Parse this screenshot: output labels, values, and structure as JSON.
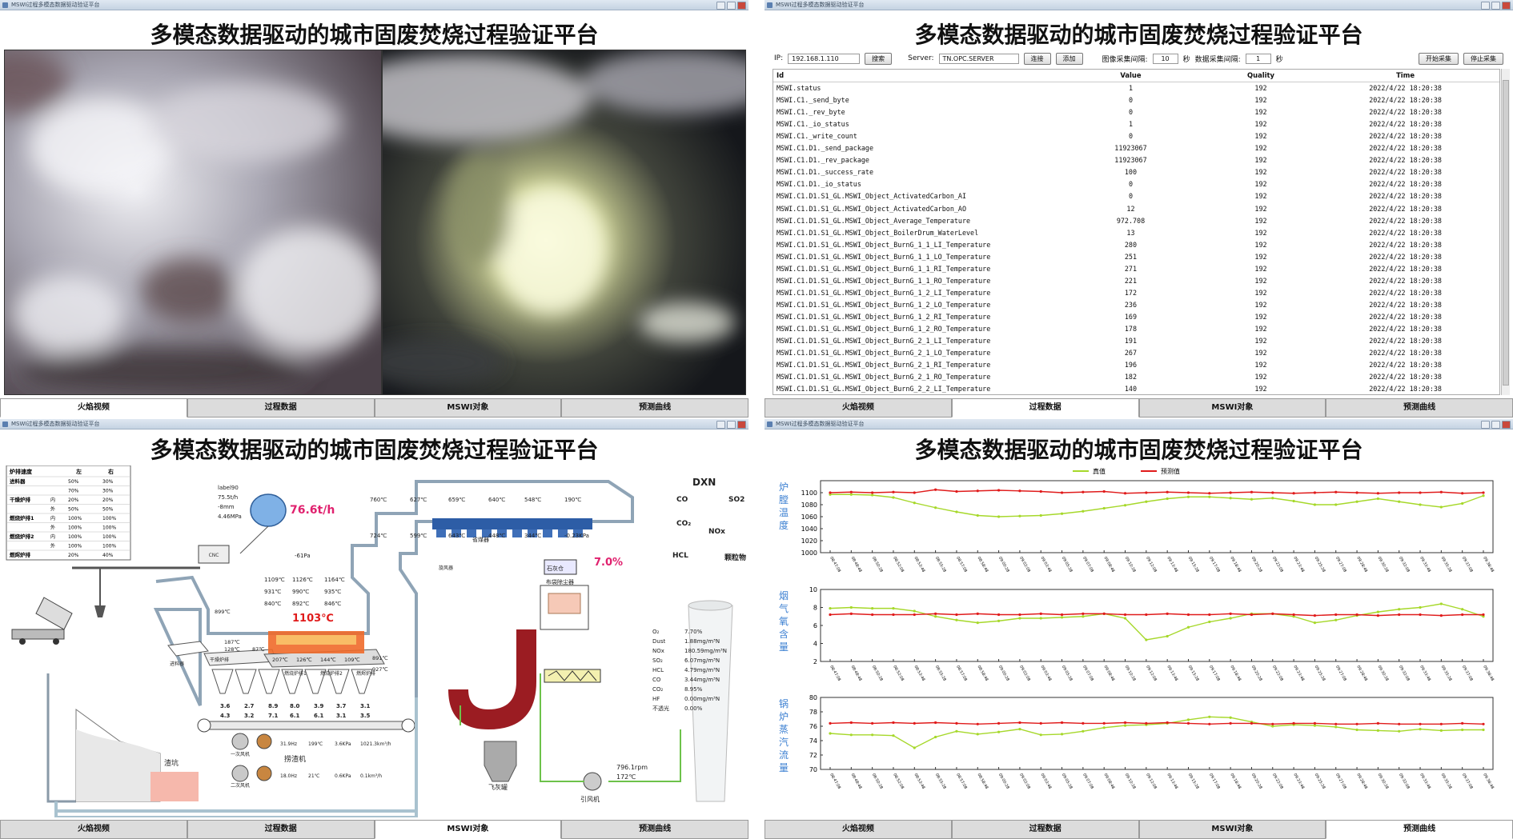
{
  "window": {
    "caption": "MSWI过程多模态数据驱动验证平台"
  },
  "title": "多模态数据驱动的城市固废焚烧过程验证平台",
  "tabs": [
    "火焰视频",
    "过程数据",
    "MSWI对象",
    "预测曲线"
  ],
  "opc": {
    "ip_label": "IP:",
    "ip": "192.168.1.110",
    "search": "搜索",
    "server_label": "Server:",
    "server": "TN.OPC.SERVER",
    "connect": "连接",
    "add": "添加",
    "img_interval_label": "图像采集间隔:",
    "img_interval": "10",
    "sec1": "秒",
    "data_interval_label": "数据采集间隔:",
    "data_interval": "1",
    "sec2": "秒",
    "start": "开始采集",
    "stop": "停止采集",
    "columns": [
      "Id",
      "Value",
      "Quality",
      "Time"
    ],
    "rows": [
      [
        "MSWI.status",
        "1",
        "192",
        "2022/4/22 18:20:38"
      ],
      [
        "MSWI.C1._send_byte",
        "0",
        "192",
        "2022/4/22 18:20:38"
      ],
      [
        "MSWI.C1._rev_byte",
        "0",
        "192",
        "2022/4/22 18:20:38"
      ],
      [
        "MSWI.C1._io_status",
        "1",
        "192",
        "2022/4/22 18:20:38"
      ],
      [
        "MSWI.C1._write_count",
        "0",
        "192",
        "2022/4/22 18:20:38"
      ],
      [
        "MSWI.C1.D1._send_package",
        "11923067",
        "192",
        "2022/4/22 18:20:38"
      ],
      [
        "MSWI.C1.D1._rev_package",
        "11923067",
        "192",
        "2022/4/22 18:20:38"
      ],
      [
        "MSWI.C1.D1._success_rate",
        "100",
        "192",
        "2022/4/22 18:20:38"
      ],
      [
        "MSWI.C1.D1._io_status",
        "0",
        "192",
        "2022/4/22 18:20:38"
      ],
      [
        "MSWI.C1.D1.S1_GL.MSWI_Object_ActivatedCarbon_AI",
        "0",
        "192",
        "2022/4/22 18:20:38"
      ],
      [
        "MSWI.C1.D1.S1_GL.MSWI_Object_ActivatedCarbon_AO",
        "12",
        "192",
        "2022/4/22 18:20:38"
      ],
      [
        "MSWI.C1.D1.S1_GL.MSWI_Object_Average_Temperature",
        "972.708",
        "192",
        "2022/4/22 18:20:38"
      ],
      [
        "MSWI.C1.D1.S1_GL.MSWI_Object_BoilerDrum_WaterLevel",
        "13",
        "192",
        "2022/4/22 18:20:38"
      ],
      [
        "MSWI.C1.D1.S1_GL.MSWI_Object_BurnG_1_1_LI_Temperature",
        "280",
        "192",
        "2022/4/22 18:20:38"
      ],
      [
        "MSWI.C1.D1.S1_GL.MSWI_Object_BurnG_1_1_LO_Temperature",
        "251",
        "192",
        "2022/4/22 18:20:38"
      ],
      [
        "MSWI.C1.D1.S1_GL.MSWI_Object_BurnG_1_1_RI_Temperature",
        "271",
        "192",
        "2022/4/22 18:20:38"
      ],
      [
        "MSWI.C1.D1.S1_GL.MSWI_Object_BurnG_1_1_RO_Temperature",
        "221",
        "192",
        "2022/4/22 18:20:38"
      ],
      [
        "MSWI.C1.D1.S1_GL.MSWI_Object_BurnG_1_2_LI_Temperature",
        "172",
        "192",
        "2022/4/22 18:20:38"
      ],
      [
        "MSWI.C1.D1.S1_GL.MSWI_Object_BurnG_1_2_LO_Temperature",
        "236",
        "192",
        "2022/4/22 18:20:38"
      ],
      [
        "MSWI.C1.D1.S1_GL.MSWI_Object_BurnG_1_2_RI_Temperature",
        "169",
        "192",
        "2022/4/22 18:20:38"
      ],
      [
        "MSWI.C1.D1.S1_GL.MSWI_Object_BurnG_1_2_RO_Temperature",
        "178",
        "192",
        "2022/4/22 18:20:38"
      ],
      [
        "MSWI.C1.D1.S1_GL.MSWI_Object_BurnG_2_1_LI_Temperature",
        "191",
        "192",
        "2022/4/22 18:20:38"
      ],
      [
        "MSWI.C1.D1.S1_GL.MSWI_Object_BurnG_2_1_LO_Temperature",
        "267",
        "192",
        "2022/4/22 18:20:38"
      ],
      [
        "MSWI.C1.D1.S1_GL.MSWI_Object_BurnG_2_1_RI_Temperature",
        "196",
        "192",
        "2022/4/22 18:20:38"
      ],
      [
        "MSWI.C1.D1.S1_GL.MSWI_Object_BurnG_2_1_RO_Temperature",
        "182",
        "192",
        "2022/4/22 18:20:38"
      ],
      [
        "MSWI.C1.D1.S1_GL.MSWI_Object_BurnG_2_2_LI_Temperature",
        "140",
        "192",
        "2022/4/22 18:20:38"
      ]
    ]
  },
  "mswi": {
    "speed_table": {
      "head": [
        "炉排速度",
        "左",
        "右"
      ],
      "rows": [
        [
          "进料器",
          "",
          "50%",
          "30%"
        ],
        [
          "",
          "",
          "70%",
          "30%"
        ],
        [
          "干燥炉排",
          "内",
          "20%",
          "20%"
        ],
        [
          "",
          "外",
          "50%",
          "50%"
        ],
        [
          "燃烧炉排1",
          "内",
          "100%",
          "100%"
        ],
        [
          "",
          "外",
          "100%",
          "100%"
        ],
        [
          "燃烧炉排2",
          "内",
          "100%",
          "100%"
        ],
        [
          "",
          "外",
          "100%",
          "100%"
        ],
        [
          "燃烬炉排",
          "",
          "20%",
          "40%"
        ]
      ]
    },
    "drum": {
      "label": "label90",
      "flow": "75.5t/h",
      "level": "-8mm",
      "pressure": "4.46MPa",
      "steam": "76.6t/h"
    },
    "pressure_furnace": "-61Pa",
    "flue_temps_top": [
      "760℃",
      "627℃",
      "659℃",
      "640℃",
      "548℃",
      "190℃"
    ],
    "flue_temps_bottom": [
      "724℃",
      "599℃",
      "643℃",
      "448℃",
      "344℃",
      "-0.23KPa"
    ],
    "furnace_temps": [
      "1109℃",
      "1126℃",
      "1164℃",
      "931℃",
      "990℃",
      "935℃",
      "840℃",
      "892℃",
      "846℃"
    ],
    "avg_temp": "1103℃",
    "o2_pct": "7.0%",
    "other_temps": [
      "899℃",
      "187℃",
      "128℃",
      "87℃",
      "207℃",
      "126℃",
      "144℃",
      "109℃",
      "891℃",
      "927℃"
    ],
    "labels": {
      "pit": "渣坑",
      "slag": "捞渣机",
      "dry": "干燥炉排",
      "burn1": "燃烧炉排1",
      "burn2": "燃烧炉排2",
      "burnout": "燃烬炉排",
      "feeder": "进料器",
      "ash": "飞灰罐",
      "fan": "引风机",
      "filter": "布袋除尘器",
      "lime": "石灰仓",
      "fan1": "一次风机",
      "fan2": "二次风机",
      "econ": "省煤器",
      "cyclone": "旋风器"
    },
    "hopper_values_top": [
      "3.6",
      "2.7",
      "8.9",
      "8.0",
      "3.9",
      "3.7",
      "3.1"
    ],
    "hopper_values_bot": [
      "4.3",
      "3.2",
      "7.1",
      "6.1",
      "6.1",
      "3.1",
      "3.5"
    ],
    "fan1_readout": [
      "31.9Hz",
      "199℃",
      "3.6KPa",
      "1021.3km³/h"
    ],
    "fan2_readout": [
      "18.0Hz",
      "21℃",
      "0.6KPa",
      "0.1km³/h"
    ],
    "induced_fan": [
      "796.1rpm",
      "172℃"
    ],
    "emissions": [
      [
        "O₂",
        "7.70%"
      ],
      [
        "Dust",
        "1.88mg/m³N"
      ],
      [
        "NOx",
        "180.59mg/m³N"
      ],
      [
        "SO₂",
        "6.07mg/m³N"
      ],
      [
        "HCL",
        "4.79mg/m³N"
      ],
      [
        "CO",
        "3.44mg/m³N"
      ],
      [
        "CO₂",
        "8.95%"
      ],
      [
        "HF",
        "0.00mg/m³N"
      ],
      [
        "不透光",
        "0.00%"
      ]
    ],
    "pollutants": [
      "DXN",
      "CO",
      "SO2",
      "CO₂",
      "NOx",
      "HCL",
      "颗粒物"
    ]
  },
  "prediction": {
    "legend": [
      "真值",
      "预测值"
    ],
    "colors": {
      "true": "#a6d82a",
      "pred": "#e01b1b"
    },
    "charts": [
      {
        "ylabel": "炉膛温度",
        "yticks": [
          "1100",
          "1080",
          "1060",
          "1040",
          "1020",
          "1000"
        ]
      },
      {
        "ylabel": "烟气氧含量",
        "yticks": [
          "10",
          "8",
          "6",
          "4",
          "2"
        ]
      },
      {
        "ylabel": "锅炉蒸汽流量",
        "yticks": [
          "80",
          "78",
          "76",
          "74",
          "72",
          "70"
        ]
      }
    ],
    "times": [
      "08:47:08",
      "08:48:48",
      "08:50:28",
      "08:52:08",
      "08:53:48",
      "08:55:28",
      "08:57:08",
      "08:58:48",
      "09:00:28",
      "09:02:08",
      "09:03:48",
      "09:05:28",
      "09:07:08",
      "09:08:48",
      "09:10:28",
      "09:12:08",
      "09:13:48",
      "09:15:28",
      "09:17:08",
      "09:18:48",
      "09:20:28",
      "09:22:08",
      "09:23:48",
      "09:25:28",
      "09:27:08",
      "09:28:48",
      "09:30:28",
      "09:32:08",
      "09:33:48",
      "09:35:28",
      "09:37:08",
      "09:38:48"
    ]
  },
  "chart_data": [
    {
      "type": "line",
      "title": "",
      "ylabel": "炉膛温度",
      "ylim": [
        1000,
        1120
      ],
      "series": [
        {
          "name": "真值",
          "values": [
            1097,
            1097,
            1096,
            1092,
            1083,
            1075,
            1068,
            1062,
            1060,
            1061,
            1062,
            1065,
            1069,
            1074,
            1079,
            1085,
            1090,
            1093,
            1093,
            1091,
            1089,
            1091,
            1086,
            1080,
            1080,
            1085,
            1090,
            1085,
            1080,
            1076,
            1082,
            1095
          ]
        },
        {
          "name": "预测值",
          "values": [
            1100,
            1101,
            1100,
            1101,
            1100,
            1105,
            1102,
            1103,
            1104,
            1103,
            1102,
            1100,
            1101,
            1102,
            1099,
            1100,
            1101,
            1100,
            1099,
            1100,
            1101,
            1100,
            1099,
            1100,
            1101,
            1100,
            1099,
            1100,
            1100,
            1101,
            1099,
            1100
          ]
        }
      ]
    },
    {
      "type": "line",
      "title": "",
      "ylabel": "烟气氧含量",
      "ylim": [
        2,
        10
      ],
      "series": [
        {
          "name": "真值",
          "values": [
            7.9,
            8.0,
            7.9,
            7.9,
            7.6,
            7.0,
            6.6,
            6.3,
            6.5,
            6.8,
            6.8,
            6.9,
            7.0,
            7.3,
            6.8,
            4.4,
            4.8,
            5.8,
            6.4,
            6.8,
            7.3,
            7.3,
            7.0,
            6.3,
            6.6,
            7.1,
            7.5,
            7.8,
            8.0,
            8.4,
            7.8,
            7.0
          ]
        },
        {
          "name": "预测值",
          "values": [
            7.2,
            7.3,
            7.2,
            7.2,
            7.2,
            7.3,
            7.2,
            7.3,
            7.2,
            7.2,
            7.3,
            7.2,
            7.3,
            7.3,
            7.2,
            7.2,
            7.3,
            7.2,
            7.2,
            7.3,
            7.2,
            7.3,
            7.2,
            7.1,
            7.2,
            7.2,
            7.1,
            7.2,
            7.2,
            7.1,
            7.2,
            7.2
          ]
        }
      ]
    },
    {
      "type": "line",
      "title": "",
      "ylabel": "锅炉蒸汽流量",
      "ylim": [
        70,
        80
      ],
      "series": [
        {
          "name": "真值",
          "values": [
            75.0,
            74.8,
            74.8,
            74.7,
            73.0,
            74.5,
            75.3,
            74.9,
            75.2,
            75.6,
            74.8,
            74.9,
            75.3,
            75.8,
            76.1,
            76.2,
            76.4,
            76.9,
            77.3,
            77.2,
            76.6,
            76.0,
            76.2,
            76.1,
            75.9,
            75.5,
            75.4,
            75.3,
            75.6,
            75.4,
            75.5,
            75.5
          ]
        },
        {
          "name": "预测值",
          "values": [
            76.4,
            76.5,
            76.4,
            76.5,
            76.4,
            76.5,
            76.4,
            76.3,
            76.4,
            76.5,
            76.4,
            76.5,
            76.4,
            76.4,
            76.5,
            76.4,
            76.5,
            76.4,
            76.3,
            76.4,
            76.4,
            76.3,
            76.4,
            76.4,
            76.3,
            76.3,
            76.4,
            76.3,
            76.3,
            76.3,
            76.4,
            76.3
          ]
        }
      ]
    }
  ]
}
